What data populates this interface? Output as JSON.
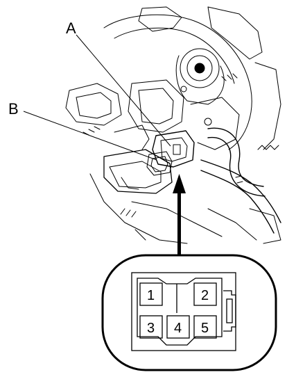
{
  "callouts": {
    "a": "A",
    "b": "B"
  },
  "connector": {
    "pins": [
      {
        "id": "pin-1",
        "label": "1"
      },
      {
        "id": "pin-2",
        "label": "2"
      },
      {
        "id": "pin-3",
        "label": "3"
      },
      {
        "id": "pin-4",
        "label": "4"
      },
      {
        "id": "pin-5",
        "label": "5"
      }
    ]
  }
}
